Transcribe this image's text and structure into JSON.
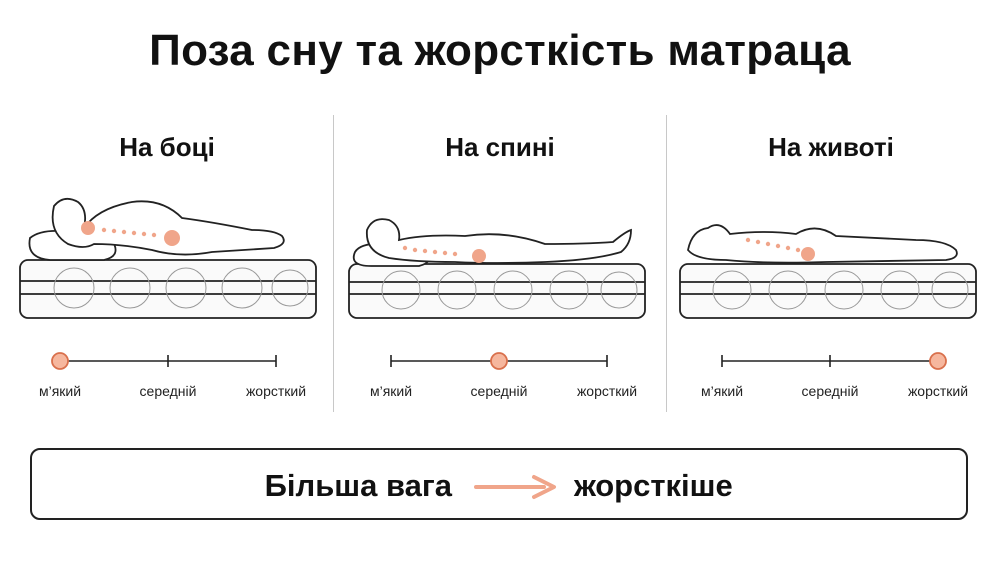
{
  "title": "Поза сну та жорсткість матраца",
  "scale_labels": [
    "м’який",
    "середній",
    "жорсткий"
  ],
  "panels": [
    {
      "title": "На боці",
      "level_index": 0
    },
    {
      "title": "На спині",
      "level_index": 1
    },
    {
      "title": "На животі",
      "level_index": 2
    }
  ],
  "bottom": {
    "left": "Більша вага",
    "right": "жорсткіше"
  },
  "colors": {
    "accent": "#f0a58a",
    "marker_fill": "#f6b79e",
    "marker_stroke": "#d9704c",
    "outline": "#222222"
  }
}
